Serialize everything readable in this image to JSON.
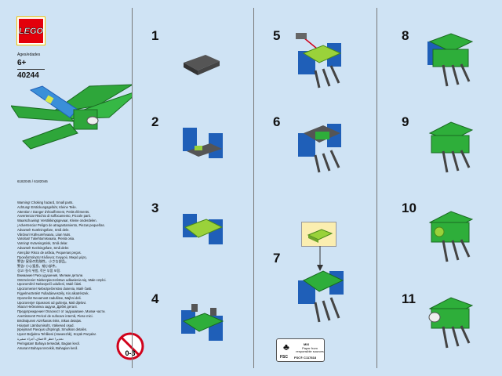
{
  "brand": {
    "logo": "LEGO",
    "ages_label": "Ages/edades",
    "age": "6+",
    "set_number": "40244",
    "codes": "6182045 / 6182046"
  },
  "warnings": [
    "Warning! Choking hazard, Small parts.",
    "Achtung! Erstickungsgefahr, Kleine Teile.",
    "Attention ! Danger d'étouffement, Petits éléments.",
    "Avvertenza! Rischio di soffocamento, Piccole parti.",
    "Waarschuwing! Verstikkingsgevaar, Kleine onderdelen.",
    "¡Advertencia! Peligro de atragantamiento, Piezas pequeñas.",
    "Advarsel! Kvælningsfare, Små dele.",
    "Vårdvuri! Kähvurehvaara, Liian Nuts.",
    "Varoitus! Tukehtumisvaara, Pieniä osia.",
    "Varning! Kvävningsrisk, Små delar.",
    "Advarsel! Kvelningsfare, Små deler.",
    "Atenção! Risco de asfixia, Pequenas peças.",
    "Προειδοποίηση! Κίνδυνος πνιγμού, Μικρά μέρη.",
    "警告! 窒息の危険性。小さな部品。",
    "警告! 小心窒息。細小部件。",
    "경고! 질식 위험, 작은 부품 포함.",
    "Внимание! Риск удушения, Мелкие детали.",
    "Ostrzeżenie! Niebezpieczeństwo udławienia się, Małe części.",
    "Upozornění! Nebezpečí udušení, Malé části.",
    "Upozornenie! Nebezpečenstvo dusenia, Malé časti.",
    "Figyelmeztetés! Fulladásveszély, Kis alkatrészek.",
    "Opozorilo! Nevarnost zadušitve, Majhni deli.",
    "Upozorenje! Opasnost od gušenja, Mali dijelovi.",
    "Увага! Небезпека задухи, Дрібні деталі.",
    "Предупреждение! Опасност от задушаване, Малки части.",
    "Avertisment! Pericol de sufocare internă, Piese mici.",
    "Brīdinājums! Aizrīšanās risks, Sīkas detaļas.",
    "Hoiatus! Lämbumisoht, Väikesed osad.",
    "Įspėjimas! Pavojus užspringti, Smulkios detalės.",
    "Uyarı! Boğulma Tehlikesi (Havasızlık), Küçük Parçalar.",
    "تحذير! خطر الاختناق، أجزاء صغيرة",
    "Peringatan! Bahaya tersedak, Bagian kecil.",
    "Amaran! Bahaya tercekik, Bahagian kecil."
  ],
  "age_warning_icon": {
    "label": "0-3",
    "color": "#d0021b"
  },
  "steps": [
    "1",
    "2",
    "3",
    "4",
    "5",
    "6",
    "7",
    "8",
    "9",
    "10",
    "11"
  ],
  "fsc": {
    "logo": "FSC",
    "mix": "MIX",
    "paper": "Paper from responsible sources",
    "code": "FSC® C117818"
  },
  "colors": {
    "background": "#cfe3f4",
    "green": "#2eae3a",
    "lime": "#9ad23a",
    "blue": "#1f5fb8",
    "gray": "#444"
  }
}
